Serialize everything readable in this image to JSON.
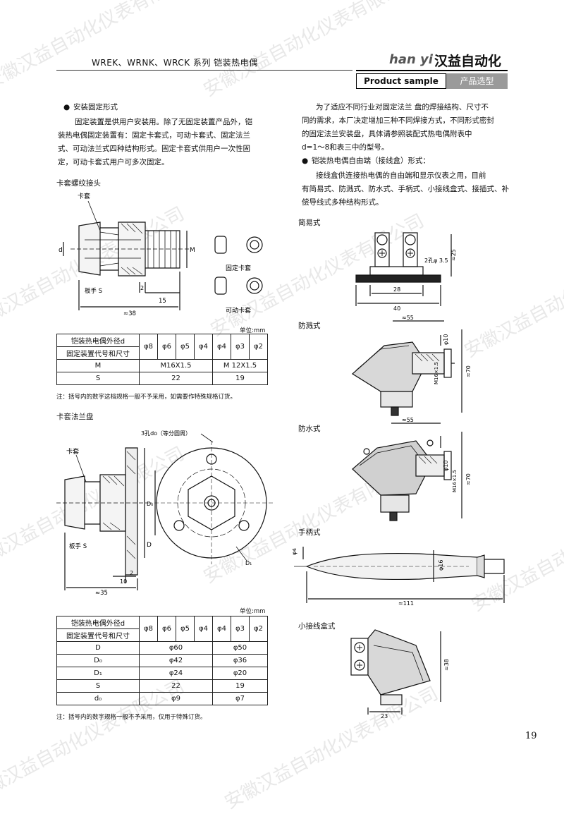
{
  "header": {
    "series_title": "WREK、WRNK、WRCK 系列  铠装热电偶",
    "brand_italic": "han yi",
    "brand_cn": "汉益自动化",
    "product_sample": "Product sample",
    "product_select": "产品选型"
  },
  "left": {
    "install_title": "安装固定形式",
    "install_lines": [
      "固定装置是供用户安装用。除了无固定装置产品外，铠",
      "装热电偶固定装置有：固定卡套式，可动卡套式、固定法兰",
      "式、可动法兰式四种结构形式。固定卡套式供用户一次性固",
      "定，可动卡套式用户可多次固定。"
    ],
    "ferrule_title": "卡套螺纹接头",
    "ferrule_labels": {
      "kataо": "卡套",
      "fixed": "固定卡套",
      "movable": "可动卡套",
      "wrench": "板手 S",
      "d": "d",
      "M": "M",
      "dim2": "2",
      "dim15": "15",
      "dim38": "≈38"
    },
    "unit1": "单位:mm",
    "table1": {
      "r1c1": "铠装热电偶外径d",
      "r2c1": "固定装置代号和尺寸",
      "diam": [
        "φ8",
        "φ6",
        "φ5",
        "φ4",
        "φ4",
        "φ3",
        "φ2"
      ],
      "M_label": "M",
      "M_a": "M16X1.5",
      "M_b": "M 12X1.5",
      "S_label": "S",
      "S_a": "22",
      "S_b": "19"
    },
    "note1": "注：括号内的数字这档规格一般不予采用，如需要作特殊规格订货。",
    "flange_title": "卡套法兰盘",
    "flange_labels": {
      "holes": "3孔do（等分圆周）",
      "kataо": "卡套",
      "wrench": "板手 S",
      "D": "D",
      "D0": "D₀",
      "D1": "D₁",
      "dim2": "2",
      "dim10": "10",
      "dim35": "≈35"
    },
    "unit2": "单位:mm",
    "table2": {
      "r1c1": "铠装热电偶外径d",
      "r2c1": "固定装置代号和尺寸",
      "diam": [
        "φ8",
        "φ6",
        "φ5",
        "φ4",
        "φ4",
        "φ3",
        "φ2"
      ],
      "rows": [
        {
          "label": "D",
          "a": "φ60",
          "b": "φ50"
        },
        {
          "label": "D₀",
          "a": "φ42",
          "b": "φ36"
        },
        {
          "label": "D₁",
          "a": "φ24",
          "b": "φ20"
        },
        {
          "label": "S",
          "a": "22",
          "b": "19"
        },
        {
          "label": "d₀",
          "a": "φ9",
          "b": "φ7"
        }
      ]
    },
    "note2": "注：括号内的数字规格一般不予采用，仅用于特殊订货。"
  },
  "right": {
    "intro_lines": [
      "为了适应不同行业对固定法兰 盘的焊接结构、尺寸不",
      "同的需求，本厂决定增加三种不同焊接方式，不同形式密封",
      "的固定法兰安装盘，具体请参照装配式热电偶附表中",
      "d=1～8和表三中的型号。"
    ],
    "free_end_title": "铠装热电偶自由端（接线盒）形式：",
    "free_end_lines": [
      "接线盒供连接热电偶的自由端和显示仪表之用，目前",
      "有简易式、防溅式、防水式、手柄式、小接线盒式、接插式、补",
      "偿导线式多种结构形式。"
    ],
    "simple": {
      "title": "简易式",
      "holes": "2孔φ 3.5",
      "h": "≈25",
      "w28": "28",
      "w40": "40"
    },
    "splash": {
      "title": "防溅式",
      "w": "≈55",
      "d10": "φ10",
      "m": "M16×1.5",
      "h": "≈70"
    },
    "water": {
      "title": "防水式",
      "w": "≈55",
      "d10": "φ10",
      "m": "M16×1.5",
      "h": "≈70"
    },
    "handle": {
      "title": "手柄式",
      "d4": "φ4",
      "d16": "φ16",
      "len": "≈111"
    },
    "smallbox": {
      "title": "小接线盒式",
      "h": "≈38",
      "w": "23"
    }
  },
  "page_number": "19",
  "watermark": "安徽汉益自动化仪表有限公司"
}
